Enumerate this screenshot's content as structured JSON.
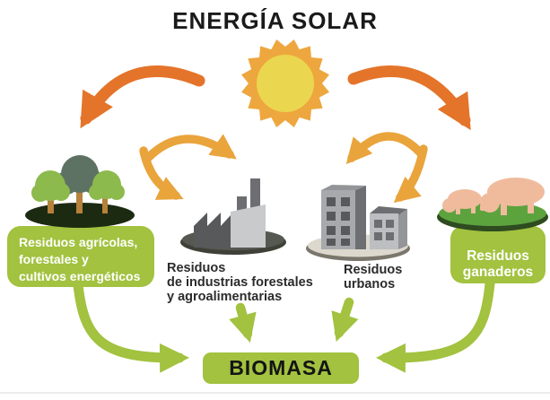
{
  "title": "ENERGÍA SOLAR",
  "colors": {
    "dark_orange": "#e4742a",
    "amber": "#e9a43c",
    "green": "#a2c240",
    "sun_outer": "#eda73e",
    "sun_inner": "#ebd64f"
  },
  "sources": [
    {
      "id": "residuos-agricolas",
      "lines": [
        "Residuos agrícolas,",
        "forestales y",
        "cultivos energéticos"
      ]
    },
    {
      "id": "residuos-industrias",
      "lines": [
        "Residuos",
        "de industrias forestales",
        "y agroalimentarias"
      ]
    },
    {
      "id": "residuos-urbanos",
      "lines": [
        "Residuos",
        "urbanos"
      ]
    },
    {
      "id": "residuos-ganaderos",
      "lines": [
        "Residuos",
        "ganaderos"
      ]
    }
  ],
  "output": {
    "label": "BIOMASA"
  },
  "icons": [
    "sun-icon",
    "trees-icon",
    "factory-icon",
    "buildings-icon",
    "pigs-icon"
  ]
}
